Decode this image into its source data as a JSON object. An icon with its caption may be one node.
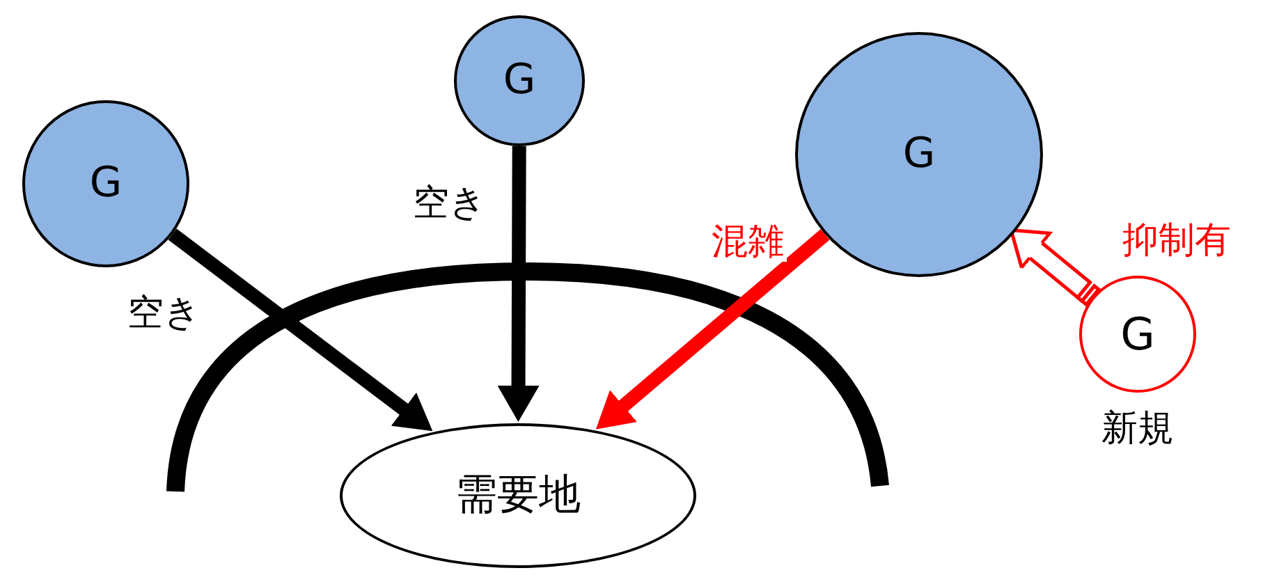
{
  "diagram": {
    "nodes": [
      {
        "text": [
          "G"
        ]
      },
      {
        "text": [
          "G"
        ]
      },
      {
        "text": [
          "G"
        ]
      },
      {
        "text": [
          "G"
        ],
        "beside": [
          "新規"
        ]
      },
      {
        "text": [
          "需要地"
        ]
      }
    ],
    "edges": [
      {
        "from": 0,
        "to": 4,
        "arrow": "to",
        "label": "空き"
      },
      {
        "from": 1,
        "to": 4,
        "arrow": "to",
        "label": "空き"
      },
      {
        "from": 2,
        "to": 4,
        "arrow": "to",
        "label": "混雑",
        "color": "#ff0000"
      },
      {
        "from": 3,
        "to": 2,
        "arrow": "to",
        "label": "抑制有",
        "color": "#ff0000"
      }
    ]
  }
}
